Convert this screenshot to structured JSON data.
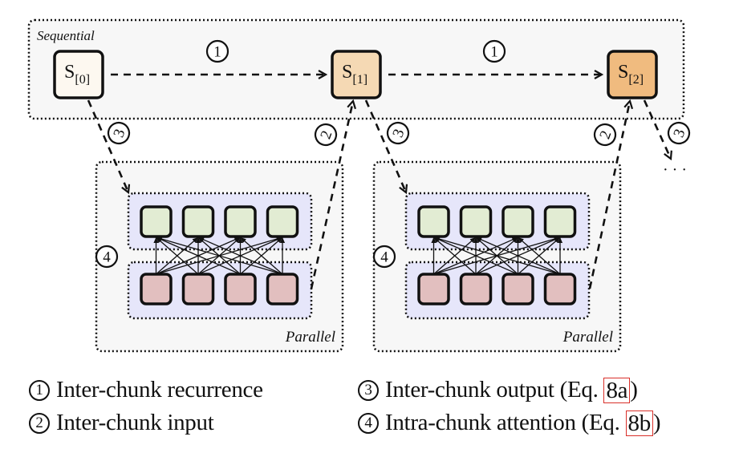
{
  "sequential": {
    "label": "Sequential",
    "states": [
      {
        "name": "S",
        "index": "[0]",
        "fill": "#fdf8f0"
      },
      {
        "name": "S",
        "index": "[1]",
        "fill": "#f5d9b4"
      },
      {
        "name": "S",
        "index": "[2]",
        "fill": "#f0bb7f"
      }
    ],
    "recurrence_marker": "1"
  },
  "parallel_blocks": [
    {
      "label": "Parallel",
      "marker": "4",
      "query_nodes": 4,
      "key_nodes": 4
    },
    {
      "label": "Parallel",
      "marker": "4",
      "query_nodes": 4,
      "key_nodes": 4
    }
  ],
  "arrow_markers": {
    "input": "2",
    "output": "3"
  },
  "continuation": "· · ·",
  "colors": {
    "sequential_bg": "#f7f7f7",
    "parallel_bg": "#f7f7f7",
    "chunk_bg": "#e6e6fa",
    "output_node": "#e2ecd3",
    "input_node": "#e2bfbf",
    "ref_box": "#d9302a"
  },
  "legend": [
    {
      "num": "1",
      "text": "Inter-chunk recurrence",
      "ref": ""
    },
    {
      "num": "2",
      "text": "Inter-chunk input",
      "ref": ""
    },
    {
      "num": "3",
      "text": "Inter-chunk output (Eq. ",
      "ref": "8a",
      "close": ")"
    },
    {
      "num": "4",
      "text": "Intra-chunk attention (Eq. ",
      "ref": "8b",
      "close": ")"
    }
  ]
}
